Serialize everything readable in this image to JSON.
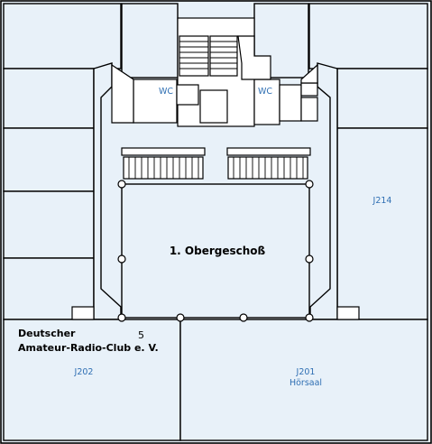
{
  "floor_title": "1. Obergeschoß",
  "rooms": {
    "wc_left": "WC",
    "wc_right": "WC",
    "j214": "J214",
    "j202": "J202",
    "j201": "J201",
    "j201_name": "Hörsaal"
  },
  "club": {
    "line1": "Deutscher",
    "line2": "Amateur-Radio-Club e. V.",
    "number": "5"
  },
  "colors": {
    "room_fill": "#e8f1f9",
    "label_blue": "#2f6fb3",
    "wall": "#000000"
  }
}
